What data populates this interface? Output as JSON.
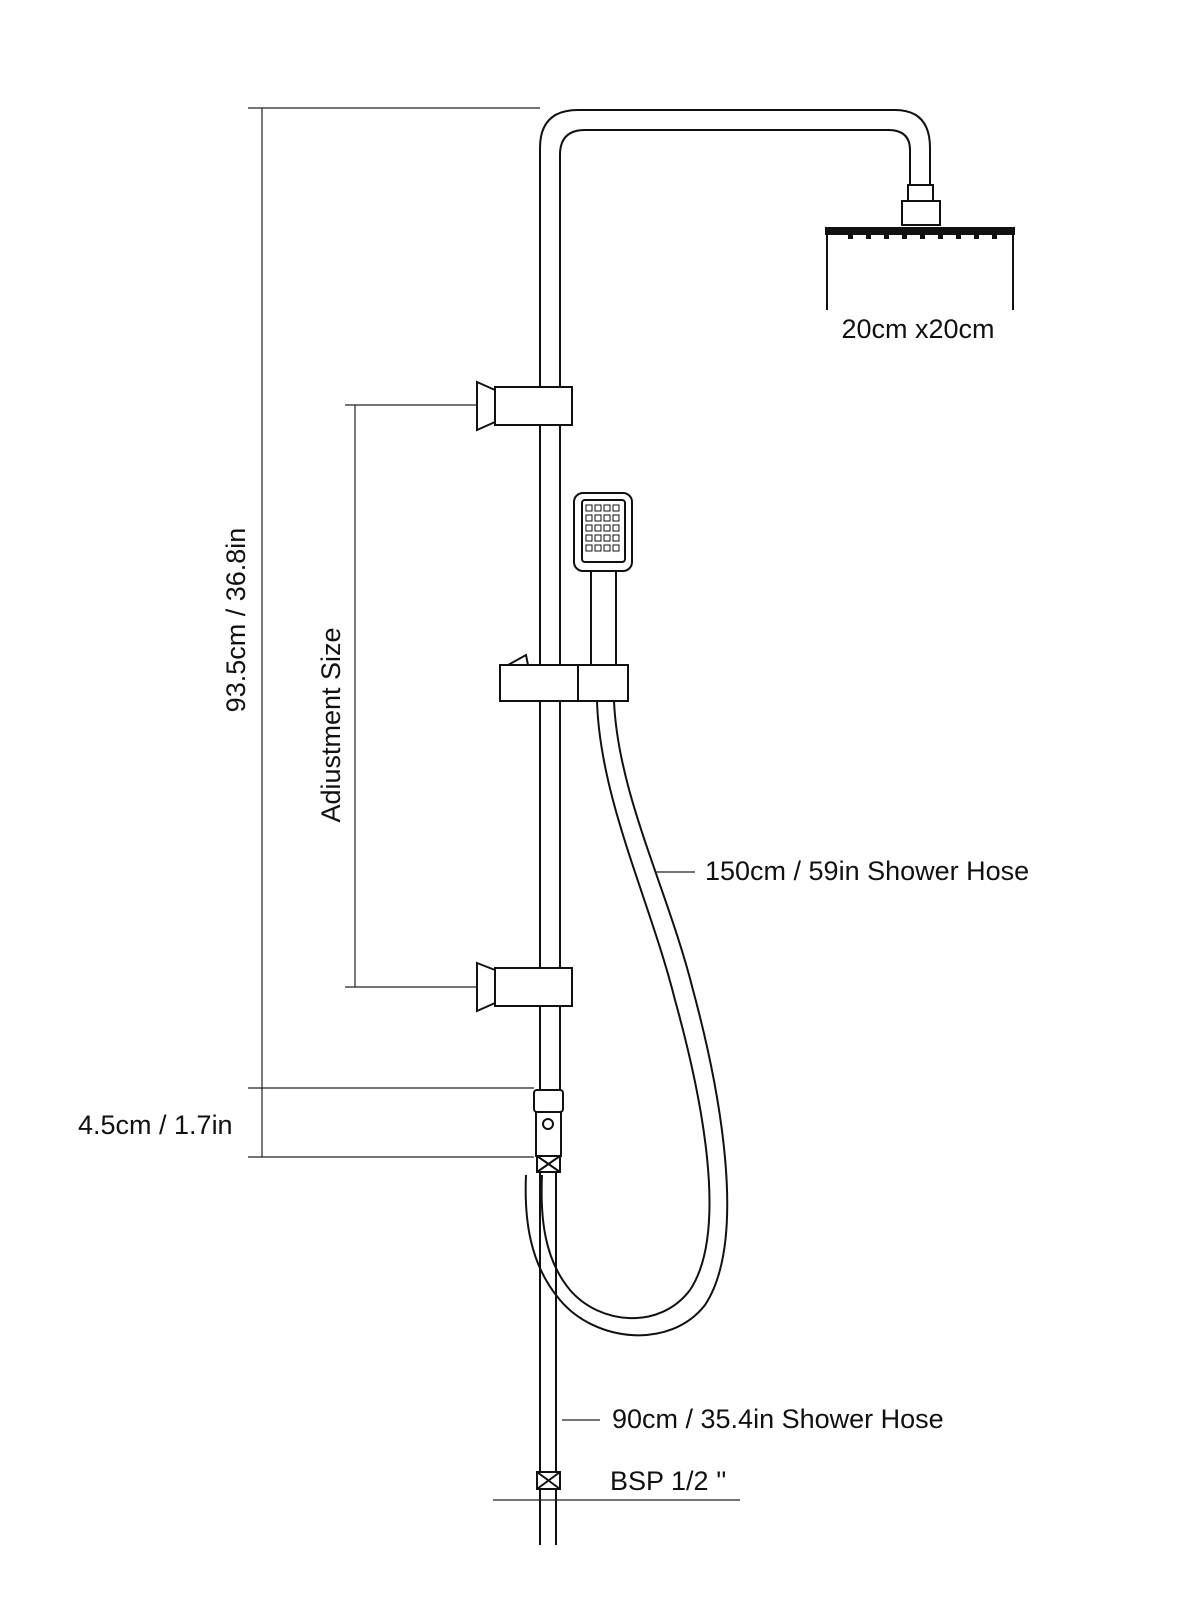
{
  "labels": {
    "head_size": "20cm x20cm",
    "height": "93.5cm / 36.8in",
    "adjustment": "Adiustment Size",
    "upper_hose": "150cm / 59in Shower Hose",
    "offset": "4.5cm / 1.7in",
    "lower_hose": "90cm / 35.4in Shower Hose",
    "thread": "BSP 1/2 ''"
  }
}
